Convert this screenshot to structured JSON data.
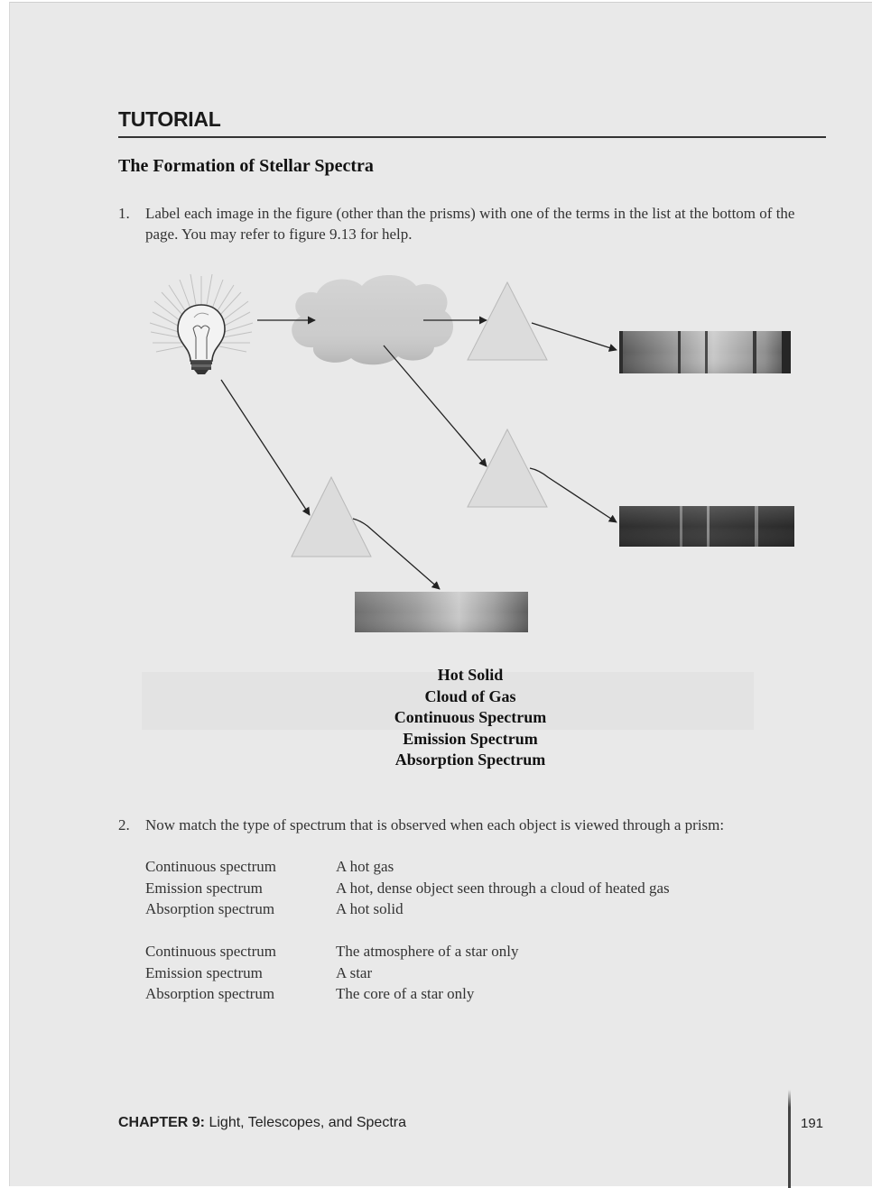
{
  "header": {
    "section_label": "TUTORIAL",
    "title": "The Formation of Stellar Spectra"
  },
  "question1": {
    "number": "1.",
    "text": "Label each image in the figure (other than the prisms) with one of the terms in the list at the bottom of the page. You may refer to figure 9.13 for help."
  },
  "figure": {
    "icons": [
      "light-bulb-icon",
      "gas-cloud-icon",
      "prism-icon",
      "spectrum-strip"
    ],
    "terms": [
      "Hot Solid",
      "Cloud of Gas",
      "Continuous Spectrum",
      "Emission Spectrum",
      "Absorption Spectrum"
    ]
  },
  "question2": {
    "number": "2.",
    "text": "Now match the type of spectrum that is observed when each object is viewed through a prism:",
    "group1": {
      "spectra": [
        "Continuous spectrum",
        "Emission spectrum",
        "Absorption spectrum"
      ],
      "objects": [
        "A hot gas",
        "A hot, dense object seen through a cloud of heated gas",
        "A hot solid"
      ]
    },
    "group2": {
      "spectra": [
        "Continuous spectrum",
        "Emission spectrum",
        "Absorption spectrum"
      ],
      "objects": [
        "The atmosphere of a star only",
        "A star",
        "The core of a star only"
      ]
    }
  },
  "footer": {
    "chapter_label": "CHAPTER 9:",
    "chapter_title": "Light, Telescopes, and Spectra",
    "page_number": "191"
  },
  "colors": {
    "page_background": "#e9e9e9",
    "prism_fill": "#dcdcdc",
    "cloud_fill": "#cfcfcf",
    "text": "#333333"
  }
}
